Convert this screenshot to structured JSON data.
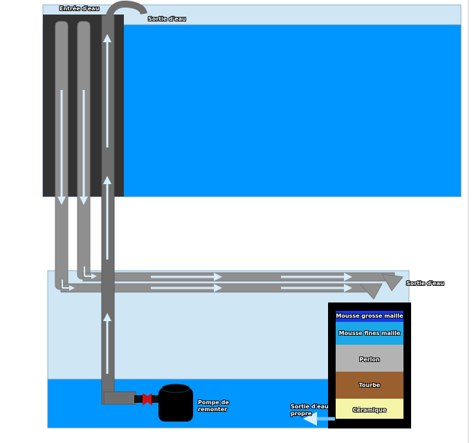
{
  "labels": {
    "water_inlet": "Entrée d'eau",
    "water_outlet_top": "Sortie d'eau",
    "water_outlet_side": "Sortie d'eau",
    "pump_line1": "Pompe de",
    "pump_line2": "remonter",
    "clean_outlet_line1": "Sortie d'eau",
    "clean_outlet_line2": "propre"
  },
  "filter_layers": [
    {
      "name": "Mousse grosse maille",
      "color": "#1538e6"
    },
    {
      "name": "Mousse fines maille",
      "color": "#1aa8e8"
    },
    {
      "name": "Perlon",
      "color": "#b3b3b3"
    },
    {
      "name": "Tourbe",
      "color": "#9a5f2e"
    },
    {
      "name": "Céramique",
      "color": "#f5f5a8"
    }
  ],
  "colors": {
    "water": "#0096ff",
    "tank_air": "#cfe6f5",
    "overflow_box": "#333333",
    "pipe": "#8f8f8f",
    "pipe_dark": "#6e6e6e",
    "arrow": "#d8eefb",
    "filter_frame": "#000000",
    "pump": "#000000",
    "valve": "#d01010"
  }
}
